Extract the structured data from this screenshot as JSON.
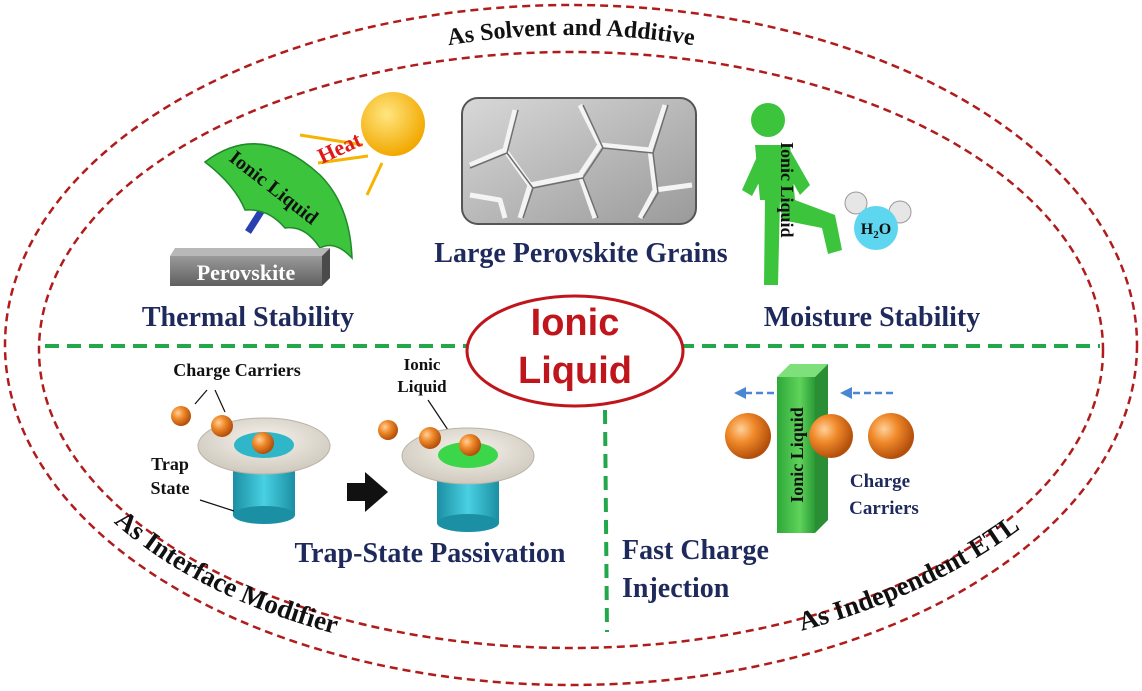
{
  "colors": {
    "ellipse_border": "#b01c1c",
    "divider_green": "#22a84a",
    "label_navy": "#1f2a5c",
    "center_text_red": "#c0161b",
    "ionic_green": "#3cc43c",
    "sun_orange": "#f5b400",
    "carrier_orange": "#e97a1d",
    "trap_teal": "#2fb6c8",
    "water_blue": "#5fd6f0"
  },
  "center": {
    "line1": "Ionic",
    "line2": "Liquid"
  },
  "arc_labels": {
    "top": "As Solvent and Additive",
    "bottom_left": "As Interface Modifier",
    "bottom_right": "As Independent ETL"
  },
  "quadrants": {
    "thermal": {
      "title": "Thermal Stability",
      "umbrella_text": "Ionic Liquid",
      "heat_text": "Heat",
      "block_text": "Perovskite",
      "icons": [
        "sun-icon",
        "umbrella-icon",
        "perovskite-block-icon"
      ]
    },
    "grains": {
      "title": "Large Perovskite Grains",
      "icons": [
        "grain-texture-icon"
      ]
    },
    "moisture": {
      "title": "Moisture Stability",
      "figure_text": "Ionic Liquid",
      "water_text": "H",
      "water_sub": "2",
      "water_end": "O",
      "icons": [
        "running-figure-icon",
        "water-molecule-icon"
      ]
    },
    "passivation": {
      "title": "Trap-State Passivation",
      "charge_label": "Charge Carriers",
      "trap_label_1": "Trap",
      "trap_label_2": "State",
      "ionic_label_1": "Ionic",
      "ionic_label_2": "Liquid",
      "icons": [
        "trap-disk-icon",
        "passivated-disk-icon",
        "right-arrow-icon"
      ]
    },
    "injection": {
      "title_1": "Fast Charge",
      "title_2": "Injection",
      "slab_text": "Ionic Liquid",
      "carrier_label_1": "Charge",
      "carrier_label_2": "Carriers",
      "icons": [
        "ionic-slab-icon",
        "charge-carrier-icon",
        "dashed-arrow-icon"
      ]
    }
  }
}
